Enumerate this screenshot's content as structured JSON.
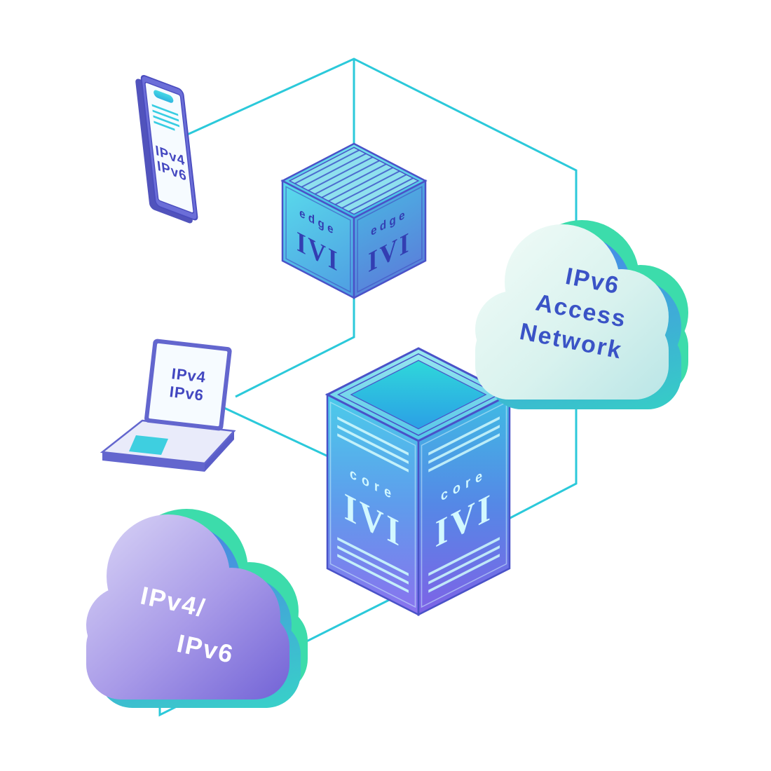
{
  "colors": {
    "connector": "#2bc9da",
    "outline": "#4a52c8",
    "device_label_text": "#4347c0",
    "cube_face_text": "#333eb2",
    "core_face_text": "#d2f8ff",
    "access_cloud_text": "#3a53c6",
    "transit_cloud_text": "#ffffff",
    "accent_green": "#3cdcab"
  },
  "phone": {
    "line1": "IPv4",
    "line2": "IPv6"
  },
  "edge_router": {
    "left_face": {
      "label": "edge",
      "logo": "IVI"
    },
    "right_face": {
      "label": "edge",
      "logo": "IVI"
    }
  },
  "access_cloud": {
    "line1": "IPv6",
    "line2": "Access",
    "line3": "Network"
  },
  "laptop": {
    "line1": "IPv4",
    "line2": "IPv6"
  },
  "core_router": {
    "left_face": {
      "label": "core",
      "logo": "IVI"
    },
    "right_face": {
      "label": "core",
      "logo": "IVI"
    }
  },
  "transit_cloud": {
    "line1": "IPv4/",
    "line2": "IPv6"
  }
}
